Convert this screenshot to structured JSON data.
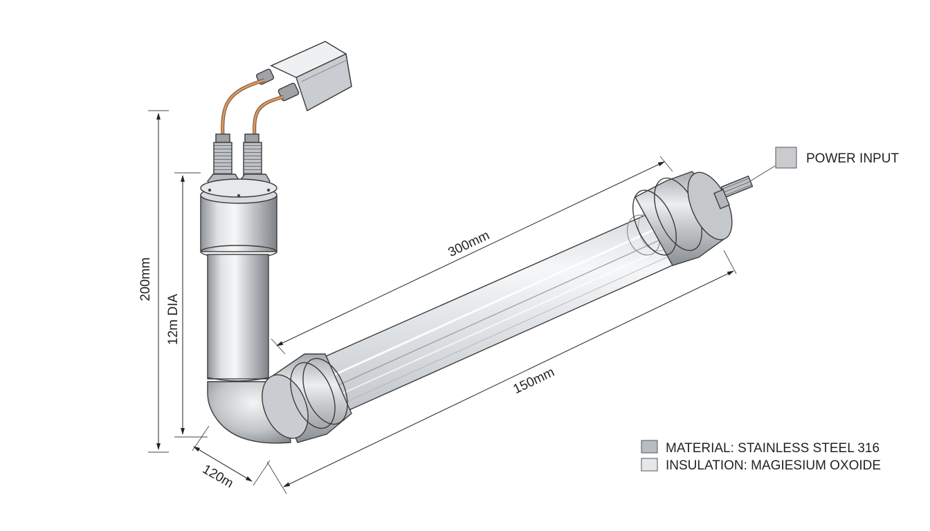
{
  "labels": {
    "power_input": "POWER INPUT",
    "material": "MATERIAL: STAINLESS STEEL 316",
    "insulation": "INSULATION: MAGIESIUM OXOIDE"
  },
  "dimensions": {
    "height_200": "200mm",
    "dia_12": "12m DIA",
    "length_300": "300mm",
    "length_150": "150mm",
    "depth_120": "120m"
  },
  "colors": {
    "steel_swatch": "#b9bcc0",
    "insulation_swatch": "#e6e7e8",
    "power_swatch": "#c9cbce",
    "copper": "#c98a5a",
    "steel": "#c4c6c9",
    "glass": "#e9ecef"
  }
}
